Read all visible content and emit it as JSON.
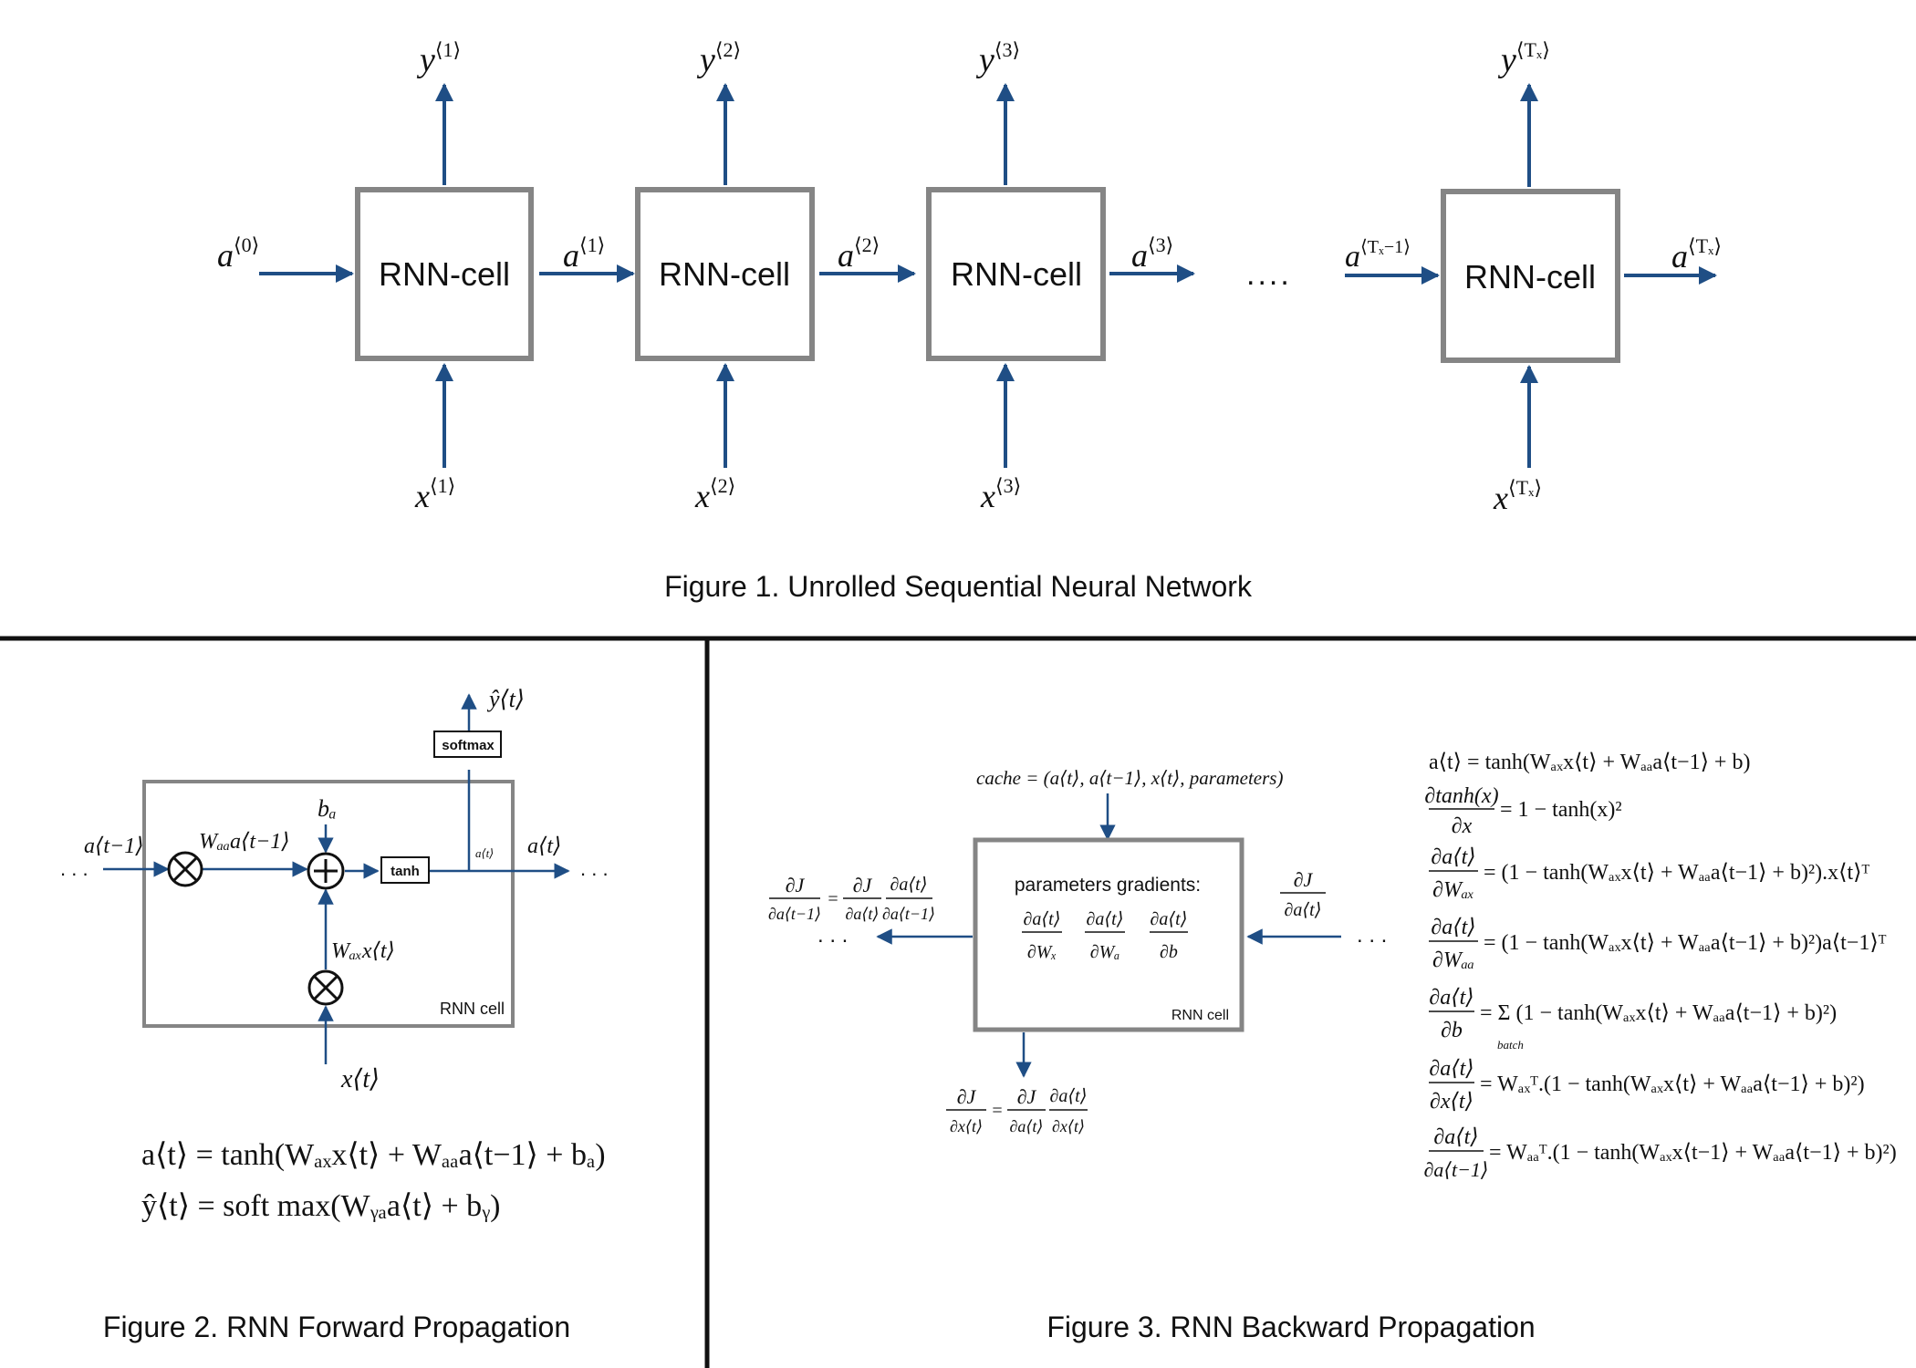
{
  "figure1": {
    "caption": "Figure 1. Unrolled Sequential Neural Network",
    "cell_label": "RNN-cell",
    "ellipsis": "....",
    "cells": [
      {
        "output": "y",
        "output_sup": "⟨1⟩",
        "input": "x",
        "input_sup": "⟨1⟩",
        "left_label": "a",
        "left_sup": "⟨0⟩"
      },
      {
        "output": "y",
        "output_sup": "⟨2⟩",
        "input": "x",
        "input_sup": "⟨2⟩",
        "left_label": "a",
        "left_sup": "⟨1⟩"
      },
      {
        "output": "y",
        "output_sup": "⟨3⟩",
        "input": "x",
        "input_sup": "⟨3⟩",
        "left_label": "a",
        "left_sup": "⟨2⟩"
      },
      {
        "output": "y",
        "output_sup": "⟨Tₓ⟩",
        "input": "x",
        "input_sup": "⟨Tₓ⟩",
        "left_label": "a",
        "left_sup": "⟨Tₓ−1⟩"
      }
    ],
    "after_third": {
      "label": "a",
      "sup": "⟨3⟩"
    },
    "final_output": {
      "label": "a",
      "sup": "⟨Tₓ⟩"
    }
  },
  "figure2": {
    "caption": "Figure 2.  RNN Forward Propagation",
    "cell_label": "RNN cell",
    "softmax": "softmax",
    "tanh": "tanh",
    "left_dots": ". . .",
    "right_dots": ". . .",
    "a_prev": "a⟨t−1⟩",
    "a_next": "a⟨t⟩",
    "a_small": "a⟨t⟩",
    "x_in": "x⟨t⟩",
    "y_hat": "ŷ⟨t⟩",
    "b_a": "bₐ",
    "waa_term": "Wₐₐa⟨t−1⟩",
    "wax_term": "Wₐₓx⟨t⟩",
    "eq1": "a⟨t⟩ = tanh(Wₐₓx⟨t⟩ + Wₐₐa⟨t−1⟩ + bₐ)",
    "eq2": "ŷ⟨t⟩ = soft max(Wᵧₐa⟨t⟩ + bᵧ)"
  },
  "figure3": {
    "caption": "Figure 3.  RNN Backward Propagation",
    "cache": "cache = (a⟨t⟩, a⟨t−1⟩, x⟨t⟩, parameters)",
    "box_title": "parameters gradients:",
    "cell_label": "RNN cell",
    "grads": [
      {
        "num": "∂a⟨t⟩",
        "den": "∂Wₓ"
      },
      {
        "num": "∂a⟨t⟩",
        "den": "∂Wₐ"
      },
      {
        "num": "∂a⟨t⟩",
        "den": "∂b"
      }
    ],
    "right_in": {
      "num": "∂J",
      "den": "∂a⟨t⟩"
    },
    "right_dots": ". . .",
    "left_dots": ". . .",
    "left_out": {
      "lhs_num": "∂J",
      "lhs_den": "∂a⟨t−1⟩",
      "f1_num": "∂J",
      "f1_den": "∂a⟨t⟩",
      "f2_num": "∂a⟨t⟩",
      "f2_den": "∂a⟨t−1⟩"
    },
    "bottom_out": {
      "lhs_num": "∂J",
      "lhs_den": "∂x⟨t⟩",
      "f1_num": "∂J",
      "f1_den": "∂a⟨t⟩",
      "f2_num": "∂a⟨t⟩",
      "f2_den": "∂x⟨t⟩"
    },
    "equations": [
      {
        "num": "",
        "den": "",
        "rhs": "a⟨t⟩ = tanh(Wₐₓx⟨t⟩ + Wₐₐa⟨t−1⟩ + b)"
      },
      {
        "num": "∂tanh(x)",
        "den": "∂x",
        "rhs": "= 1 − tanh(x)²"
      },
      {
        "num": "∂a⟨t⟩",
        "den": "∂Wₐₓ",
        "rhs": "= (1 − tanh(Wₐₓx⟨t⟩ + Wₐₐa⟨t−1⟩ + b)²).x⟨t⟩ᵀ"
      },
      {
        "num": "∂a⟨t⟩",
        "den": "∂Wₐₐ",
        "rhs": "= (1 − tanh(Wₐₓx⟨t⟩ + Wₐₐa⟨t−1⟩ + b)²)a⟨t−1⟩ᵀ"
      },
      {
        "num": "∂a⟨t⟩",
        "den": "∂b",
        "rhs": "= Σ (1 − tanh(Wₐₓx⟨t⟩ + Wₐₐa⟨t−1⟩ + b)²)"
      },
      {
        "num": "∂a⟨t⟩",
        "den": "∂x⟨t⟩",
        "rhs": "= Wₐₓᵀ.(1 − tanh(Wₐₓx⟨t⟩ + Wₐₐa⟨t−1⟩ + b)²)"
      },
      {
        "num": "∂a⟨t⟩",
        "den": "∂a⟨t−1⟩",
        "rhs": "= Wₐₐᵀ.(1 − tanh(Wₐₓx⟨t−1⟩ + Wₐₐa⟨t−1⟩ + b)²)"
      }
    ],
    "sum_sub": "batch"
  },
  "colors": {
    "arrow": "#1f4e85",
    "box": "#858585",
    "divider": "#111111",
    "text": "#111111"
  }
}
